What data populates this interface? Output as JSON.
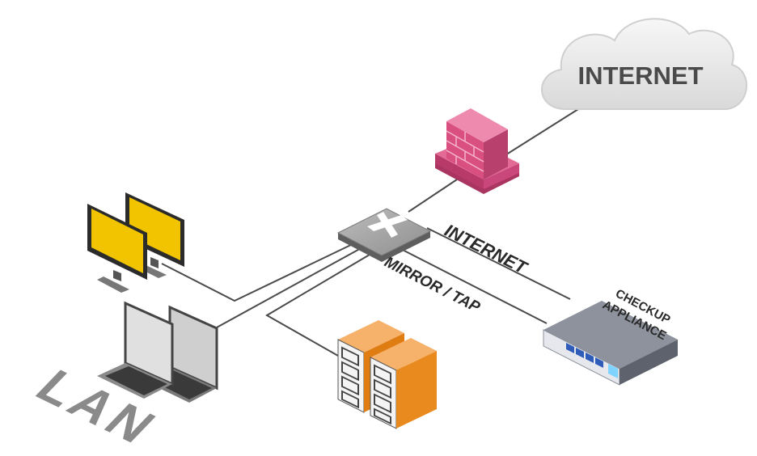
{
  "nodes": {
    "internet": {
      "label": "INTERNET"
    },
    "appliance": {
      "label_line1": "CHECKUP",
      "label_line2": "APPLIANCE"
    },
    "lan": {
      "label": "LAN"
    }
  },
  "links": {
    "internet_link": {
      "label": "INTERNET"
    },
    "mirror_link": {
      "label": "MIRROR / TAP"
    }
  },
  "colors": {
    "cloud": "#e9e9e9",
    "cloud_text": "#4a4a4a",
    "firewall": "#d94f7f",
    "switch": "#9a9a9a",
    "monitor": "#f2c400",
    "server": "#ec8a1e",
    "appliance": "#6f7480",
    "lines": "#4a4a4a"
  }
}
